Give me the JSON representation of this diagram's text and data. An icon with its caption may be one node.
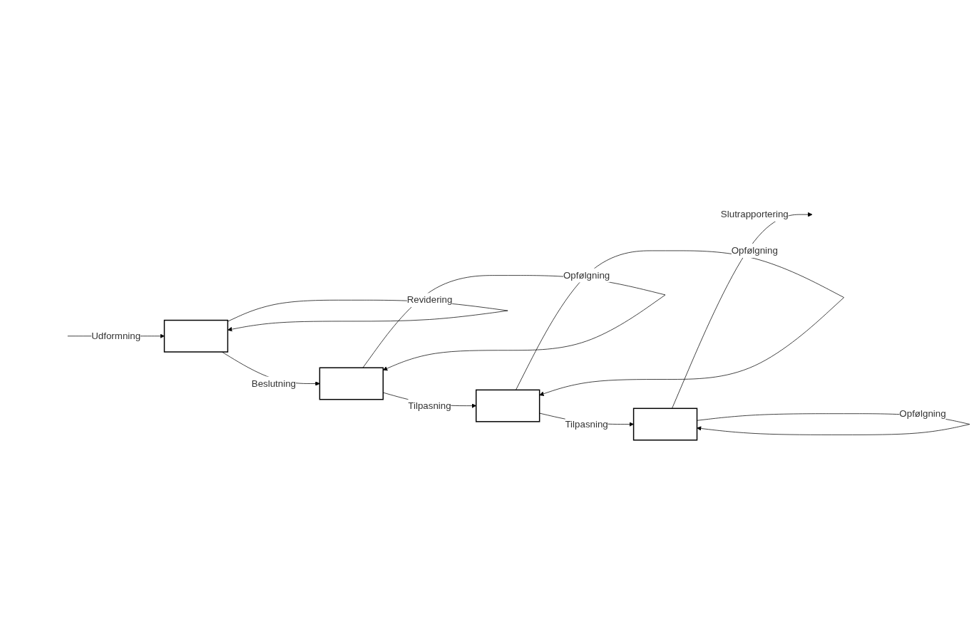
{
  "diagram": {
    "nodes": [
      {
        "text": [],
        "shape": "box"
      },
      {
        "text": [],
        "shape": "box"
      },
      {
        "text": [],
        "shape": "box"
      },
      {
        "text": [],
        "shape": "box"
      }
    ],
    "edges": [
      {
        "from": null,
        "to": 0,
        "arrow": "to",
        "label": "Udformning"
      },
      {
        "from": 0,
        "to": 0,
        "arrow": "to",
        "label": "Revidering"
      },
      {
        "from": 0,
        "to": 1,
        "arrow": "to",
        "label": "Beslutning"
      },
      {
        "from": 1,
        "to": 1,
        "arrow": "to",
        "label": "Opfølgning"
      },
      {
        "from": 1,
        "to": 2,
        "arrow": "to",
        "label": "Tilpasning"
      },
      {
        "from": 2,
        "to": 2,
        "arrow": "to",
        "label": "Opfølgning"
      },
      {
        "from": 2,
        "to": 3,
        "arrow": "to",
        "label": "Tilpasning"
      },
      {
        "from": 3,
        "to": 3,
        "arrow": "to",
        "label": "Opfølgning"
      },
      {
        "from": 3,
        "to": null,
        "arrow": "to",
        "label": "Slutrapportering"
      }
    ]
  }
}
